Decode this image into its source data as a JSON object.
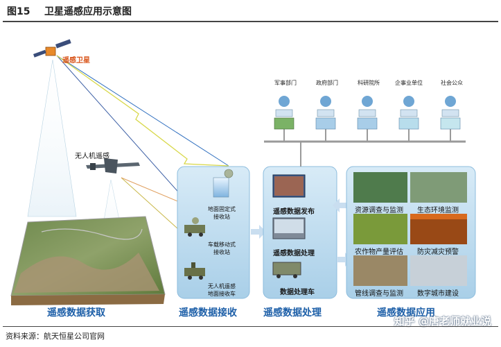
{
  "header": {
    "figure_num": "图15",
    "title": "卫星遥感应用示意图"
  },
  "labels": {
    "satellite": "遥感卫星",
    "uav": "无人机遥感",
    "ground_fixed": "地面固定式\n接收站",
    "vehicle_mobile": "车载移动式\n接收站",
    "uav_vehicle": "无人机遥感\n地面接收车",
    "publish": "遥感数据发布",
    "process": "遥感数据处理",
    "proc_vehicle": "数据处理车"
  },
  "departments": [
    "军事部门",
    "政府部门",
    "科研院所",
    "企事业单位",
    "社会公众"
  ],
  "applications": [
    "资源调查与监测",
    "生态环境监测",
    "农作物产量评估",
    "防灾减灾预警",
    "管线调查与监测",
    "数字城市建设"
  ],
  "sections": [
    "遥感数据获取",
    "遥感数据接收",
    "遥感数据处理",
    "遥感数据应用"
  ],
  "footer": {
    "source": "资料来源：航天恒星公司官网",
    "watermark": "知乎 @唐老师就业说"
  },
  "colors": {
    "section_text": "#1d5fa8",
    "panel": "#c5dff0",
    "satellite_label": "#d9561c"
  }
}
